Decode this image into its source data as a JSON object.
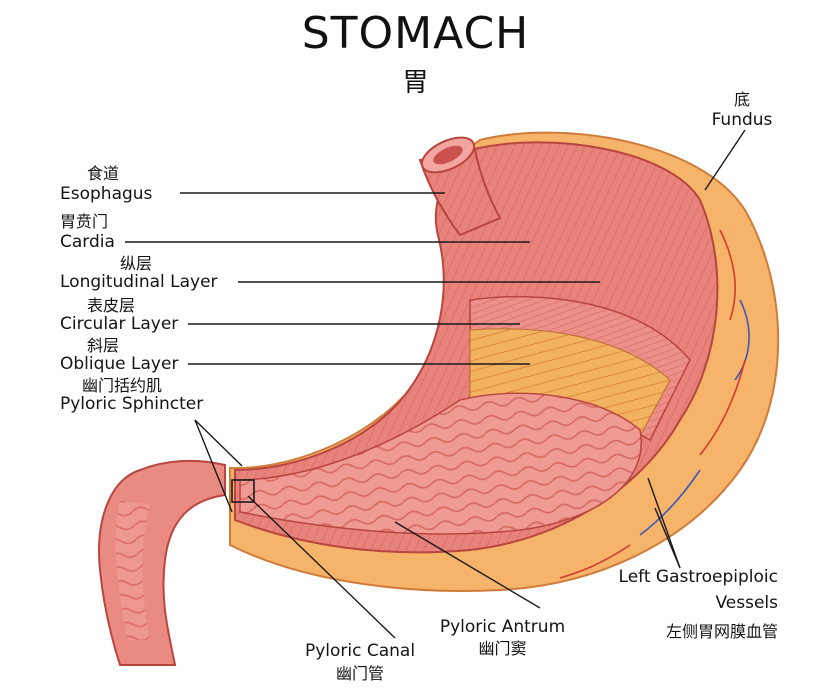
{
  "title": {
    "en": "STOMACH",
    "cn": "胃"
  },
  "labels": {
    "fundus": {
      "cn": "底",
      "en": "Fundus"
    },
    "esophagus": {
      "cn": "食道",
      "en": "Esophagus"
    },
    "cardia": {
      "cn": "胃贲门",
      "en": "Cardia"
    },
    "longitudinal": {
      "cn": "纵层",
      "en": "Longitudinal Layer"
    },
    "circular": {
      "cn": "表皮层",
      "en": "Circular Layer"
    },
    "oblique": {
      "cn": "斜层",
      "en": "Oblique Layer"
    },
    "pyloric_sphincter": {
      "cn": "幽门括约肌",
      "en": "Pyloric Sphincter"
    },
    "gastroepiploic": {
      "en_line1": "Left Gastroepiploic",
      "en_line2": "Vessels",
      "cn": "左侧胃网膜血管"
    },
    "pyloric_antrum": {
      "en": "Pyloric Antrum",
      "cn": "幽门窦"
    },
    "pyloric_canal": {
      "en": "Pyloric Canal",
      "cn": "幽门管"
    }
  },
  "colors": {
    "muscle": "#e8837c",
    "muscle_dark": "#c9524c",
    "mucosa": "#ef9a92",
    "outer_wall": "#f6b36a",
    "vessel_red": "#d43a2e",
    "vessel_blue": "#3a5bb5",
    "leader_line": "#1a1a1a"
  }
}
